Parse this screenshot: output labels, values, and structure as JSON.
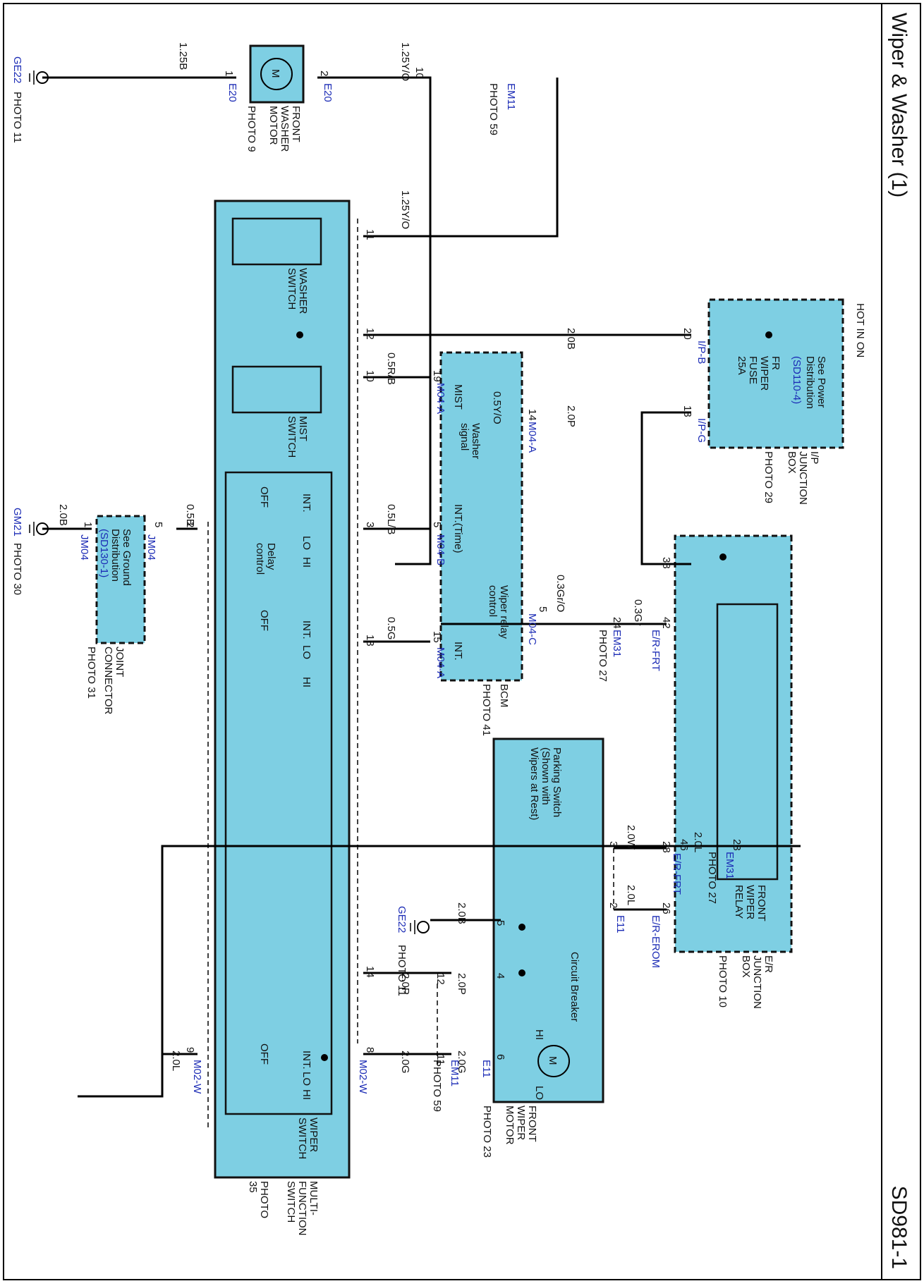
{
  "title": "Wiper & Washer (1)",
  "page_code": "SD981-1",
  "hot_label": "HOT IN ON",
  "grounds": {
    "ge22_top": {
      "id": "GE22",
      "photo": "PHOTO 11"
    },
    "gm21": {
      "id": "GM21",
      "photo": "PHOTO 30"
    },
    "ge22_mid": {
      "id": "GE22",
      "photo": "PHOTO 11"
    }
  },
  "components": {
    "washer_motor": {
      "lines": [
        "FRONT",
        "WASHER",
        "MOTOR"
      ],
      "photo": "PHOTO 9",
      "symbol": "M"
    },
    "ip_box": {
      "lines": [
        "I/P",
        "JUNCTION",
        "BOX"
      ],
      "photo": "PHOTO 29"
    },
    "bcm": {
      "name": "BCM",
      "photo": "PHOTO 41"
    },
    "joint": {
      "lines": [
        "JOINT",
        "CONNECTOR"
      ],
      "photo": "PHOTO 31"
    },
    "er_box": {
      "lines": [
        "E/R",
        "JUNCTION",
        "BOX"
      ],
      "photo": "PHOTO 10"
    },
    "wiper_motor": {
      "lines": [
        "FRONT",
        "WIPER",
        "MOTOR"
      ],
      "photo": "PHOTO 23"
    },
    "mfs": {
      "lines": [
        "MULTI-",
        "FUNCTION",
        "SWITCH"
      ],
      "photo_lines": [
        "PHOTO",
        "35"
      ]
    },
    "relay": {
      "lines": [
        "FRONT",
        "WIPER",
        "RELAY"
      ]
    }
  },
  "inner_labels": {
    "power_see": [
      "See Power",
      "Distribution"
    ],
    "power_ref": "(SD110-4)",
    "fuse": [
      "FR",
      "WIPER",
      "FUSE",
      "25A"
    ],
    "ground_see": [
      "See Ground",
      "Distribution"
    ],
    "ground_ref": "(SD130-1)",
    "washer_switch": [
      "WASHER",
      "SWITCH"
    ],
    "mist_switch": [
      "MIST",
      "SWITCH"
    ],
    "wiper_switch": [
      "WIPER",
      "SWITCH"
    ],
    "delay": [
      "Delay",
      "control"
    ],
    "bcm_mist": "MIST",
    "bcm_washer": [
      "Washer",
      "signal"
    ],
    "bcm_int_time": "INT.(Time)",
    "bcm_relay": [
      "Wiper relay",
      "control"
    ],
    "bcm_int": "INT.",
    "parking": [
      "Parking Switch",
      "(Shown with",
      "Wipers at Rest)"
    ],
    "breaker": "Circuit Breaker",
    "off": "OFF",
    "int": "INT.",
    "lo": "LO",
    "hi": "HI"
  },
  "connectors": {
    "e20": "E20",
    "em11": "EM11",
    "ipb": "I/P-B",
    "ipg": "I/P-G",
    "m04a": "M04-A",
    "m04b": "M04-B",
    "m04c": "M04-C",
    "em31": "EM31",
    "erfrt": "E/R-FRT",
    "erfrom": "E/R-EROM",
    "e11": "E11",
    "m02w": "M02-W",
    "jm04": "JM04"
  },
  "photos": {
    "em11": "PHOTO 59",
    "em31": "PHOTO 27"
  },
  "wires": {
    "w125b": "1.25B",
    "w125yo_a": "1.25Y/O",
    "w125yo_b": "1.25Y/O",
    "w20b_a": "2.0B",
    "w20p_a": "2.0P",
    "w05rb": "0.5R/B",
    "w05yo": "0.5Y/O",
    "w05lb": "0.5L/B",
    "w05b": "0.5B",
    "w20b_b": "2.0B",
    "w05g": "0.5G",
    "w03gro": "0.3Gr/O",
    "w03gr": "0.3Gr",
    "w20w": "2.0W",
    "w20l_a": "2.0L",
    "w20l_b": "2.0L",
    "w20b_c": "2.0B",
    "w20p_b": "2.0P",
    "w20p_c": "2.0P",
    "w20g_a": "2.0G",
    "w20g_b": "2.0G",
    "w20l_c": "2.0L"
  },
  "pins": {
    "p1": "1",
    "p2": "2",
    "p10": "10",
    "p11": "11",
    "p12": "12",
    "p10b": "10",
    "p3": "3",
    "p2b": "2",
    "p13": "13",
    "p14": "14",
    "p8": "8",
    "p9": "9",
    "p20": "20",
    "p13b": "13",
    "p19": "19",
    "p14b": "14",
    "p5": "5",
    "p15": "15",
    "p5b": "5",
    "p1b": "1",
    "p5c": "5",
    "p38": "38",
    "p42": "42",
    "p24": "24",
    "p28": "28",
    "p26": "26",
    "p46": "46",
    "p23": "23",
    "p3b": "3",
    "p2c": "2",
    "p5d": "5",
    "p4": "4",
    "p6": "6",
    "p12b": "12",
    "p11b": "11"
  }
}
